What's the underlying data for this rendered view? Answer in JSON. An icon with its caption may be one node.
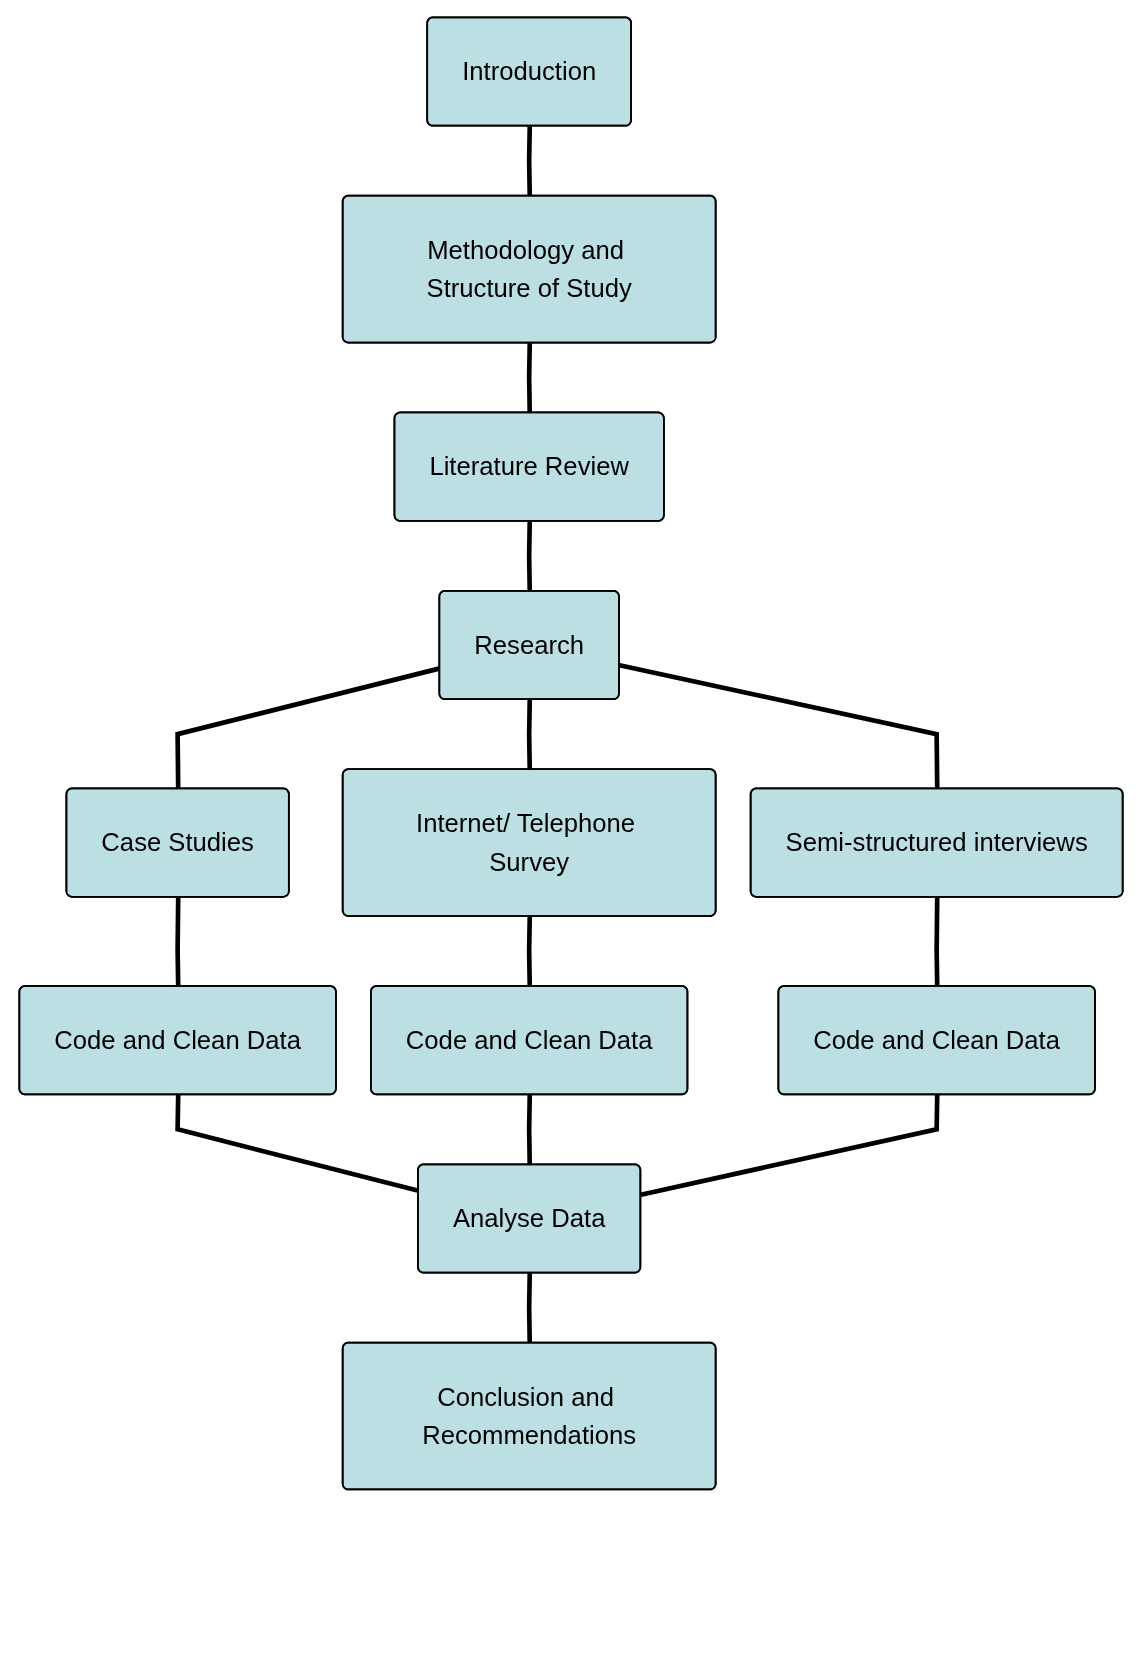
{
  "diagram": {
    "nodes": [
      {
        "text": [
          "Introduction"
        ]
      },
      {
        "text": [
          "Methodology and Structure of Study"
        ]
      },
      {
        "text": [
          "Literature Review"
        ]
      },
      {
        "text": [
          "Research"
        ]
      },
      {
        "text": [
          "Case Studies"
        ]
      },
      {
        "text": [
          "Internet/ Telephone Survey"
        ]
      },
      {
        "text": [
          "Semi-structured interviews"
        ]
      },
      {
        "text": [
          "Code and Clean Data"
        ]
      },
      {
        "text": [
          "Code and Clean Data"
        ]
      },
      {
        "text": [
          "Code and Clean Data"
        ]
      },
      {
        "text": [
          "Analyse Data"
        ]
      },
      {
        "text": [
          "Conclusion and Recommendations"
        ]
      }
    ],
    "edges": [
      {
        "from": 0,
        "to": 1,
        "arrow": "none"
      },
      {
        "from": 1,
        "to": 2,
        "arrow": "none"
      },
      {
        "from": 2,
        "to": 3,
        "arrow": "none"
      },
      {
        "from": 3,
        "to": 4,
        "arrow": "none"
      },
      {
        "from": 3,
        "to": 5,
        "arrow": "none"
      },
      {
        "from": 3,
        "to": 6,
        "arrow": "none"
      },
      {
        "from": 4,
        "to": 7,
        "arrow": "none"
      },
      {
        "from": 5,
        "to": 8,
        "arrow": "none"
      },
      {
        "from": 6,
        "to": 9,
        "arrow": "none"
      },
      {
        "from": 7,
        "to": 10,
        "arrow": "none"
      },
      {
        "from": 8,
        "to": 10,
        "arrow": "none"
      },
      {
        "from": 9,
        "to": 10,
        "arrow": "none"
      },
      {
        "from": 10,
        "to": 11,
        "arrow": "none"
      }
    ]
  }
}
